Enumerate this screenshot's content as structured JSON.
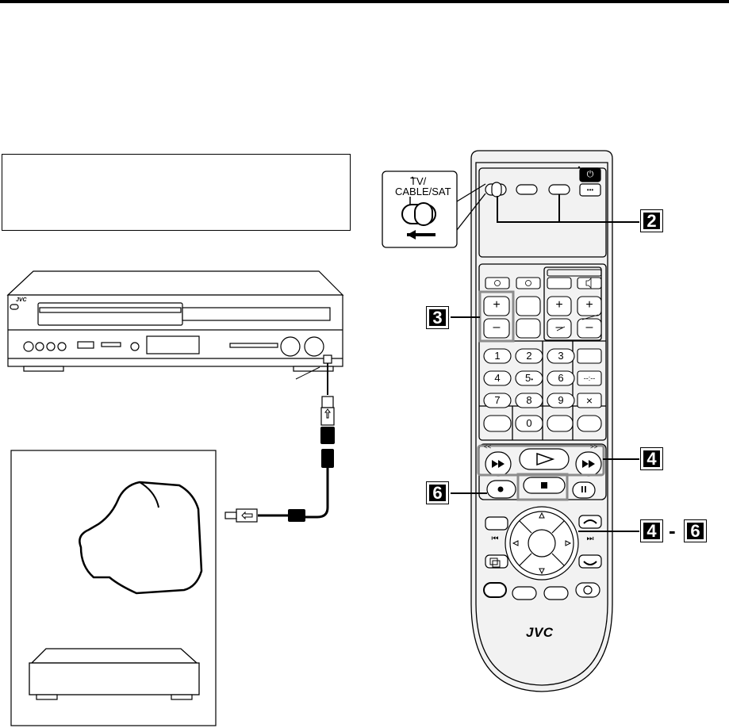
{
  "switch_callout": {
    "label_line1": "TV/",
    "label_line2": "CABLE/SAT"
  },
  "remote": {
    "brand": "JVC",
    "power_icon": "power-standby-icon",
    "keypad": [
      "1",
      "2",
      "3",
      "4",
      "5",
      "6",
      "7",
      "8",
      "9",
      "0"
    ],
    "keypad_5_suffix": "•",
    "dash_key": "--:--",
    "x_key": "×",
    "plus": "+",
    "minus": "–",
    "dots_key": "•••",
    "skip_back_symbol": "⏮",
    "skip_fwd_symbol": "⏭"
  },
  "vcr": {
    "brand": "JVC"
  },
  "callouts": {
    "step_2": "2",
    "step_3": "3",
    "step_4": "4",
    "step_4_range_start": "4",
    "step_4_range_sep": "-",
    "step_4_range_end": "6",
    "step_6": "6"
  },
  "colors": {
    "line": "#000000",
    "remote_body": "#f2f2f2",
    "highlight_box": "#8c8c8c"
  }
}
